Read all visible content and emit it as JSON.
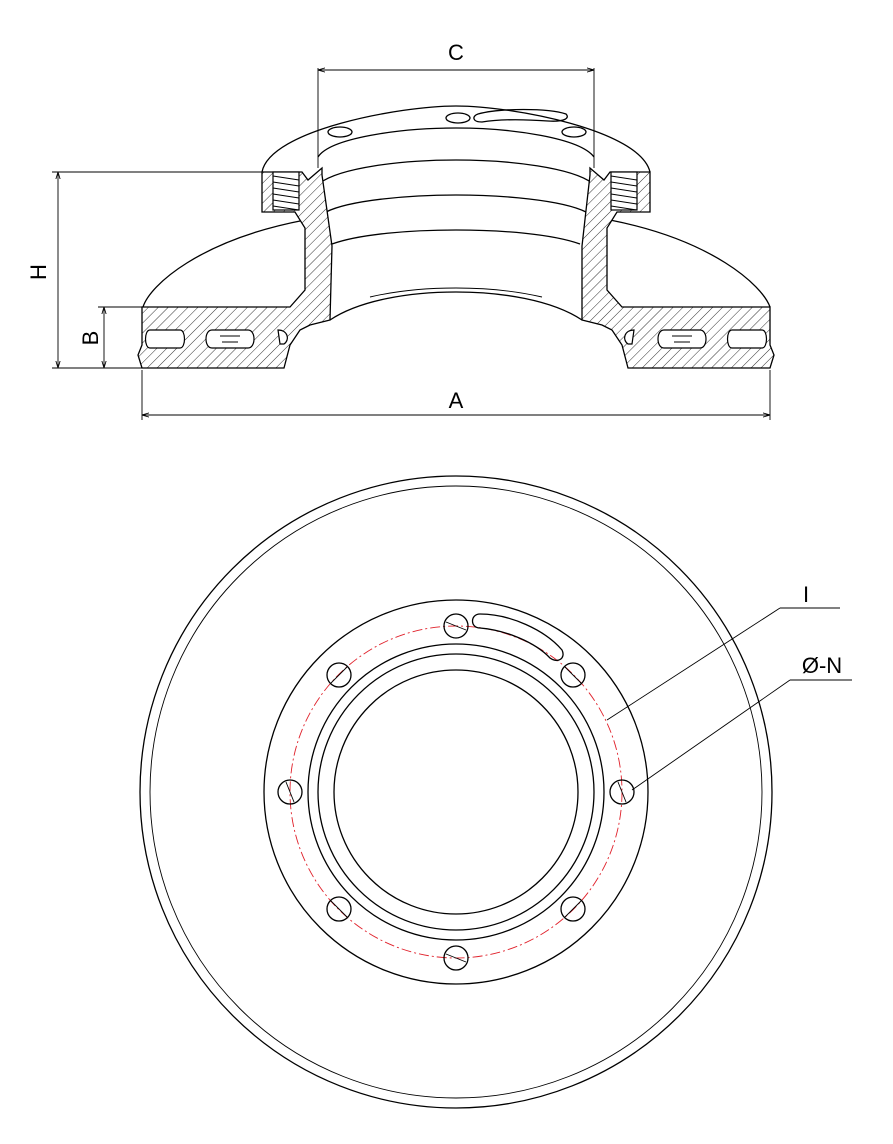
{
  "dimensions": {
    "a": "A",
    "b": "B",
    "c": "C",
    "h": "H",
    "i": "I",
    "n": "Ø-N"
  },
  "colors": {
    "line": "#000000",
    "center_line": "#e0202a",
    "background": "#ffffff"
  },
  "bolt_holes": 8
}
